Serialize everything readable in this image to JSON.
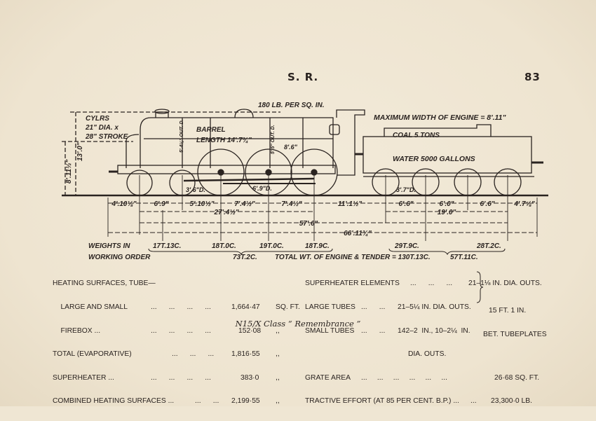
{
  "header": {
    "title": "S. R.",
    "page_number": "83"
  },
  "diagram": {
    "pressure": "180 LB. PER SQ. IN.",
    "max_width": "MAXIMUM WIDTH OF ENGINE = 8'.11\"",
    "cylinders": [
      "CYLRS",
      "21\" DIA. x",
      "28\" STROKE"
    ],
    "height_overall": "13'.0\"",
    "boiler_centre": "8'.11½\"",
    "barrel": [
      "BARREL",
      "LENGTH 14'.7¾\""
    ],
    "barrel_front_dia": "5'.4¼\" OUT. D.",
    "barrel_rear_dia": "5'.5\" OUT. D.",
    "firebox_length": "8'.6\"",
    "coal": "COAL 5 TONS",
    "water": "WATER 5000 GALLONS",
    "bogie_wheel": "3'.6\"D.",
    "driving_wheel": "6'.9\"D.",
    "tender_wheel": "3'.7\"D.",
    "wheelbase_segments": [
      "4'.10⅛\"",
      "6'.9\"",
      "5'.10½\"",
      "7'.4½\"",
      "7'.4½\"",
      "11'.1½\"",
      "6'.6\"",
      "6'.0\"",
      "6'.6\"",
      "4'.7⅝\""
    ],
    "engine_wheelbase": "27'.4½\"",
    "tender_wheelbase": "19'.0\"",
    "total_wheelbase": "57'.6\"",
    "length_over_buffers": "66'.11¾\""
  },
  "weights": {
    "label1": "WEIGHTS IN",
    "label2": "WORKING ORDER",
    "axles_engine": [
      "17T.13C.",
      "18T.0C.",
      "19T.0C.",
      "18T.9C."
    ],
    "axles_tender": [
      "29T.9C.",
      "28T.2C."
    ],
    "engine_total": "73T.2C.",
    "grand_total": "TOTAL WT. OF ENGINE & TENDER = 130T.13C.",
    "tender_total": "57T.11C."
  },
  "specs_left": [
    {
      "label": "HEATING SURFACES, TUBE—",
      "dots": "",
      "value": "",
      "unit": ""
    },
    {
      "label": "    LARGE AND SMALL",
      "dots": "...      ...      ...      ...",
      "value": "1,664·47",
      "unit": "SQ. FT."
    },
    {
      "label": "    FIREBOX ...",
      "dots": "...      ...      ...      ...",
      "value": "152·08",
      "unit": ",,"
    },
    {
      "label": "TOTAL (EVAPORATIVE)",
      "dots": "...      ...      ...",
      "value": "1,816·55",
      "unit": ",,"
    },
    {
      "label": "SUPERHEATER ...",
      "dots": "...      ...      ...      ...",
      "value": "383·0",
      "unit": ",,"
    },
    {
      "label": "COMBINED HEATING SURFACES ...",
      "dots": "...      ...",
      "value": "2,199·55",
      "unit": ",,"
    }
  ],
  "specs_right": {
    "superheater_elements": {
      "label": "SUPERHEATER ELEMENTS",
      "dots": "...      ...      ...",
      "value": "21–1⅛ IN. DIA. OUTS."
    },
    "large_tubes": {
      "label": "LARGE TUBES",
      "dots": "...      ...",
      "value": "21–5¼ IN. DIA. OUTS."
    },
    "small_tubes": {
      "label": "SMALL TUBES",
      "dots": "...      ...",
      "value": "142–2  IN., 10–2¼  IN.",
      "value2": "DIA. OUTS."
    },
    "tube_length": [
      "15 FT. 1 IN.",
      "BET. TUBEPLATES"
    ],
    "grate_area": {
      "label": "GRATE AREA",
      "dots": "...     ...     ...     ...     ...     ...",
      "value": "26·68 SQ. FT."
    },
    "tractive_effort": {
      "label": "TRACTIVE EFFORT (AT 85 PER CENT. B.P.) ...",
      "dots": "...",
      "value": "23,300·0 LB."
    }
  },
  "caption": "N15/X Class “ Remembrance ”"
}
